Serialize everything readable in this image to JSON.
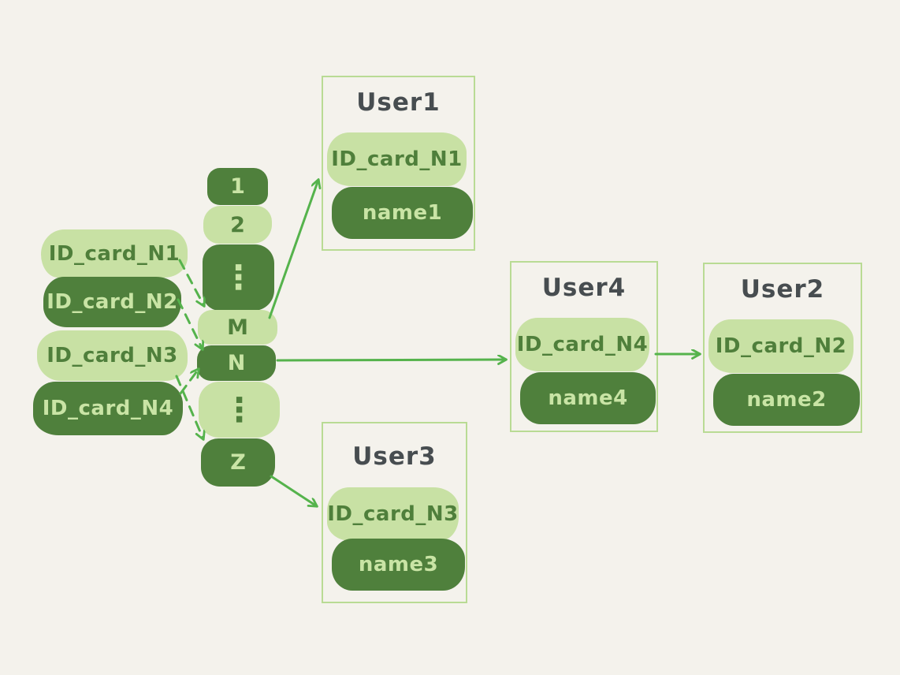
{
  "colors": {
    "background": "#f4f2ec",
    "light_green": "#c8e1a4",
    "dark_green": "#4f803c",
    "text_on_light": "#4f7f3b",
    "text_on_dark": "#c9e4a5",
    "arrow_green": "#55b34c",
    "box_border": "#b9db94",
    "title_text": "#474d50"
  },
  "id_cards": [
    {
      "label": "ID_card_N1",
      "variant": "light"
    },
    {
      "label": "ID_card_N2",
      "variant": "dark"
    },
    {
      "label": "ID_card_N3",
      "variant": "light"
    },
    {
      "label": "ID_card_N4",
      "variant": "dark"
    }
  ],
  "buckets": [
    {
      "label": "1",
      "variant": "dark"
    },
    {
      "label": "2",
      "variant": "light"
    },
    {
      "label": "⋮",
      "variant": "dark"
    },
    {
      "label": "M",
      "variant": "light"
    },
    {
      "label": "N",
      "variant": "dark"
    },
    {
      "label": "⋮",
      "variant": "light"
    },
    {
      "label": "Z",
      "variant": "dark"
    }
  ],
  "users": [
    {
      "title": "User1",
      "id_card": "ID_card_N1",
      "name": "name1"
    },
    {
      "title": "User4",
      "id_card": "ID_card_N4",
      "name": "name4"
    },
    {
      "title": "User2",
      "id_card": "ID_card_N2",
      "name": "name2"
    },
    {
      "title": "User3",
      "id_card": "ID_card_N3",
      "name": "name3"
    }
  ]
}
